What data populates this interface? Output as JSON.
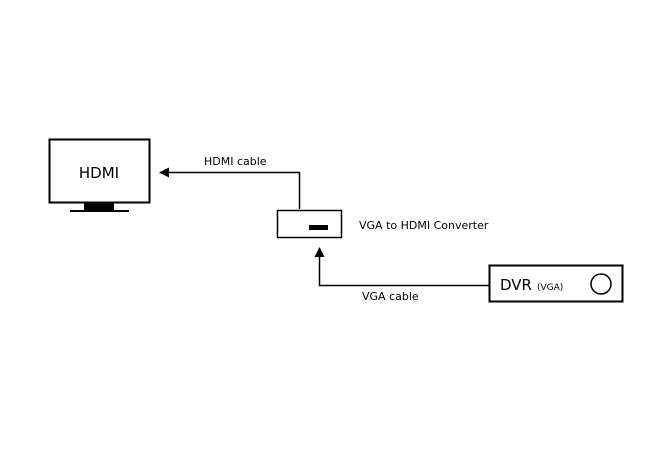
{
  "tv": {
    "label": "HDMI"
  },
  "converter": {
    "label": "VGA to HDMI Converter"
  },
  "dvr": {
    "label": "DVR",
    "sublabel": "(VGA)"
  },
  "hdmi_cable": {
    "label": "HDMI cable"
  },
  "vga_cable": {
    "label": "VGA cable"
  }
}
